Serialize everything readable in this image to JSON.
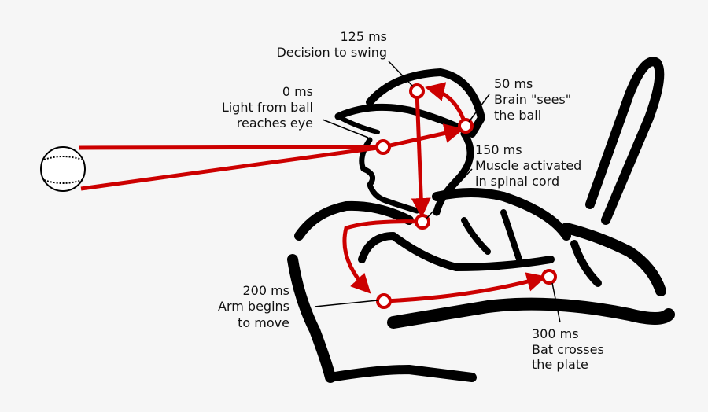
{
  "colors": {
    "background": "#f6f6f6",
    "path": "#cc0000",
    "silhouette": "#000000"
  },
  "events": [
    {
      "time": "0 ms",
      "lines": [
        "Light from ball",
        "reaches eye"
      ]
    },
    {
      "time": "50 ms",
      "lines": [
        "Brain \"sees\"",
        "the ball"
      ]
    },
    {
      "time": "125 ms",
      "lines": [
        "Decision to swing"
      ]
    },
    {
      "time": "150 ms",
      "lines": [
        "Muscle activated",
        "in spinal cord"
      ]
    },
    {
      "time": "200 ms",
      "lines": [
        "Arm begins",
        "to move"
      ]
    },
    {
      "time": "300 ms",
      "lines": [
        "Bat crosses",
        "the plate"
      ]
    }
  ]
}
